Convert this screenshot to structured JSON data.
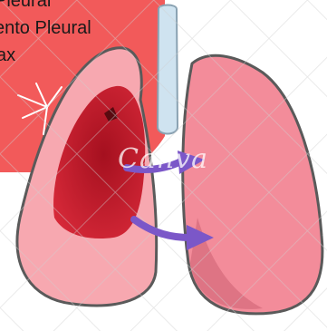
{
  "labels": [
    "Pleural",
    "ento Pleural",
    "ax"
  ],
  "watermark": "Canva",
  "colors": {
    "banner": "#f25a5a",
    "lung_fill": "#f7a8b0",
    "lung_outline": "#5a5a5a",
    "hemorrhage": "#c81e2e",
    "arrow": "#7b57c8",
    "trachea": "#cfe3f0"
  }
}
